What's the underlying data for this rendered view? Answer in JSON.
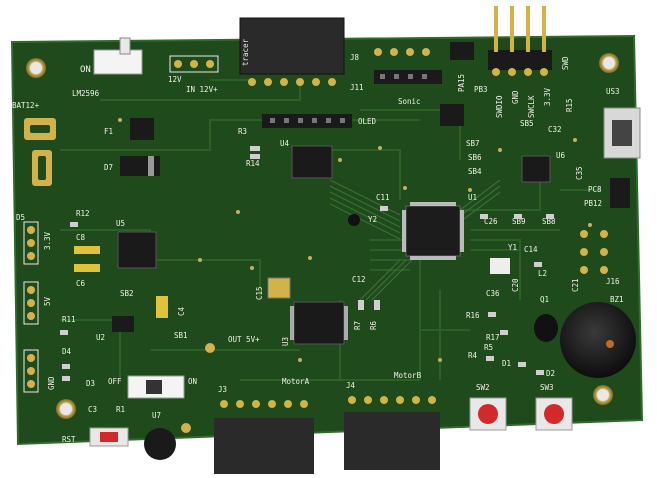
{
  "board": {
    "colors": {
      "pcb": "#1f4a1c",
      "pcb_edge": "#2c6a28",
      "copper_trace": "#2d5e28",
      "silkscreen": "#f2f2ea",
      "gold": "#d4b24a",
      "black_part": "#1a1a1a",
      "white_connector": "#f5f5f5",
      "red_button": "#d22a2a",
      "yellow_led": "#e0c33a"
    },
    "labels": {
      "on_top": "ON",
      "lm2596": "LM2596",
      "v12": "12V",
      "in_12v": "IN 12V+",
      "bat": "BAT12+",
      "tracer": "tracer",
      "j8": "J8",
      "j11": "J11",
      "sonic": "Sonic",
      "pa15": "PA15",
      "pb3": "PB3",
      "swdio": "SWDIO",
      "gnd_swd": "GND",
      "swclk": "SWCLK",
      "v33_swd": "3.3V",
      "swd": "SWD",
      "us3": "US3",
      "r15": "R15",
      "u6": "U6",
      "sb5": "SB5",
      "sb7": "SB7",
      "sb6": "SB6",
      "sb4": "SB4",
      "c32": "C32",
      "c35": "C35",
      "f1": "F1",
      "d7": "D7",
      "r3": "R3",
      "r14": "R14",
      "u4": "U4",
      "oled": "OLED",
      "c11": "C11",
      "u1": "U1",
      "y2": "Y2",
      "c26": "C26",
      "sb9": "SB9",
      "sb8": "SB8",
      "pc8": "PC8",
      "pb12": "PB12",
      "d5": "D5",
      "r12": "R12",
      "v33_left": "3.3V",
      "u5": "U5",
      "c8": "C8",
      "c6": "C6",
      "y1": "Y1",
      "c14": "C14",
      "j16": "J16",
      "l2": "L2",
      "c36": "C36",
      "c20": "C20",
      "c21": "C21",
      "bz1": "BZ1",
      "q1": "Q1",
      "v5": "5V",
      "sb2": "SB2",
      "c4": "C4",
      "c15": "C15",
      "c12": "C12",
      "r7": "R7",
      "r6": "R6",
      "r16": "R16",
      "r17": "R17",
      "r11": "R11",
      "sb1": "SB1",
      "u2": "U2",
      "out_5v": "OUT 5V+",
      "u3": "U3",
      "d4": "D4",
      "r5": "R5",
      "r4": "R4",
      "d1": "D1",
      "d2": "D2",
      "gnd_left": "GND",
      "d3": "D3",
      "off": "OFF",
      "on_bottom": "ON",
      "j3": "J3",
      "motor_a": "MotorA",
      "j4": "J4",
      "motor_b": "MotorB",
      "sw2": "SW2",
      "sw3": "SW3",
      "c3": "C3",
      "r1": "R1",
      "u7": "U7",
      "rst": "RST"
    }
  }
}
